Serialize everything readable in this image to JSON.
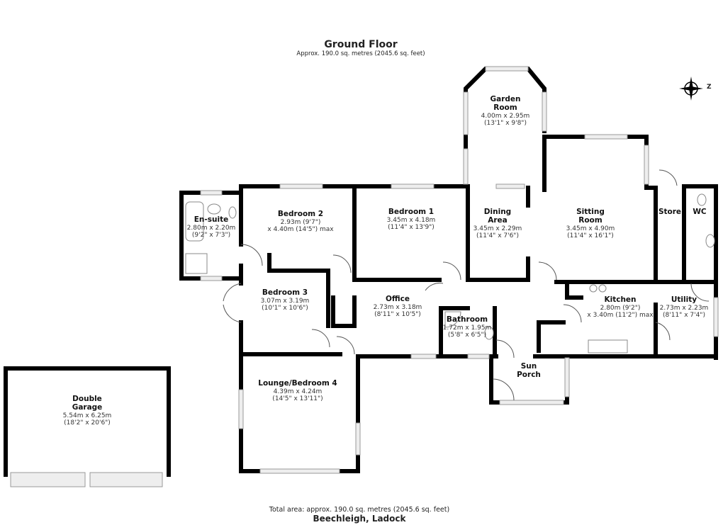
{
  "header": {
    "title": "Ground Floor",
    "subtitle": "Approx. 190.0 sq. metres (2045.6 sq. feet)"
  },
  "footer": {
    "total_area": "Total area: approx. 190.0 sq. metres (2045.6 sq. feet)",
    "property_name": "Beechleigh, Ladock"
  },
  "compass": {
    "icon": "compass-icon",
    "label": "Z"
  },
  "rooms": [
    {
      "name": "Garden Room",
      "line1": "Garden",
      "line2": "Room",
      "metric": "4.00m x 2.95m",
      "imperial": "(13'1\" x 9'8\")"
    },
    {
      "name": "En-suite",
      "line1": "En-suite",
      "metric": "2.80m x 2.20m",
      "imperial": "(9'2\" x 7'3\")"
    },
    {
      "name": "Bedroom 2",
      "line1": "Bedroom 2",
      "metric": "2.93m (9'7\")",
      "imperial": "x 4.40m (14'5\") max"
    },
    {
      "name": "Bedroom 1",
      "line1": "Bedroom 1",
      "metric": "3.45m x 4.18m",
      "imperial": "(11'4\" x 13'9\")"
    },
    {
      "name": "Dining Area",
      "line1": "Dining",
      "line2": "Area",
      "metric": "3.45m x 2.29m",
      "imperial": "(11'4\" x 7'6\")"
    },
    {
      "name": "Sitting Room",
      "line1": "Sitting",
      "line2": "Room",
      "metric": "3.45m x 4.90m",
      "imperial": "(11'4\" x 16'1\")"
    },
    {
      "name": "Store",
      "line1": "Store"
    },
    {
      "name": "WC",
      "line1": "WC"
    },
    {
      "name": "Bedroom 3",
      "line1": "Bedroom 3",
      "metric": "3.07m x 3.19m",
      "imperial": "(10'1\" x 10'6\")"
    },
    {
      "name": "Office",
      "line1": "Office",
      "metric": "2.73m x 3.18m",
      "imperial": "(8'11\" x 10'5\")"
    },
    {
      "name": "Bathroom",
      "line1": "Bathroom",
      "metric": "1.72m x 1.95m",
      "imperial": "(5'8\" x 6'5\")"
    },
    {
      "name": "Kitchen",
      "line1": "Kitchen",
      "metric": "2.80m (9'2\")",
      "imperial": "x 3.40m (11'2\") max"
    },
    {
      "name": "Utility",
      "line1": "Utility",
      "metric": "2.73m x 2.23m",
      "imperial": "(8'11\" x 7'4\")"
    },
    {
      "name": "Sun Porch",
      "line1": "Sun",
      "line2": "Porch"
    },
    {
      "name": "Lounge/Bedroom 4",
      "line1": "Lounge/Bedroom 4",
      "metric": "4.39m x 4.24m",
      "imperial": "(14'5\" x 13'11\")"
    },
    {
      "name": "Double Garage",
      "line1": "Double",
      "line2": "Garage",
      "metric": "5.54m x 6.25m",
      "imperial": "(18'2\" x 20'6\")"
    }
  ],
  "colors": {
    "wall": "#000000",
    "window": "#d8d8d8",
    "fixture": "#888888"
  }
}
